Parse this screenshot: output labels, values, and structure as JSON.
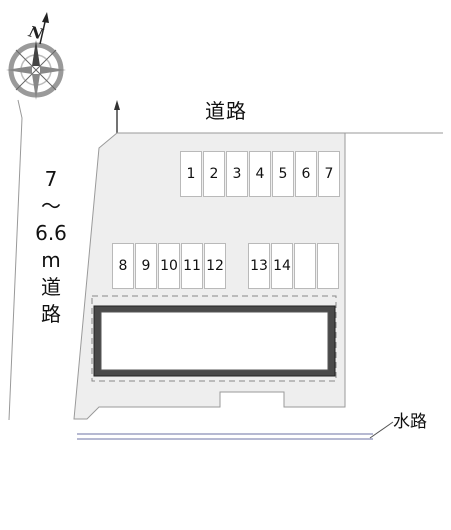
{
  "map": {
    "road_top_label": "道路",
    "road_left_width_lines": [
      "7",
      "〜",
      "6.6",
      "m"
    ],
    "road_left_label_chars": [
      "道",
      "路"
    ],
    "waterway_label": "水路",
    "compass": {
      "north_letter": "N"
    },
    "parking_row_top": [
      "1",
      "2",
      "3",
      "4",
      "5",
      "6",
      "7"
    ],
    "parking_row_middle_left": [
      "8",
      "9",
      "10",
      "11",
      "12"
    ],
    "parking_row_middle_right": [
      "13",
      "14",
      "",
      ""
    ]
  }
}
